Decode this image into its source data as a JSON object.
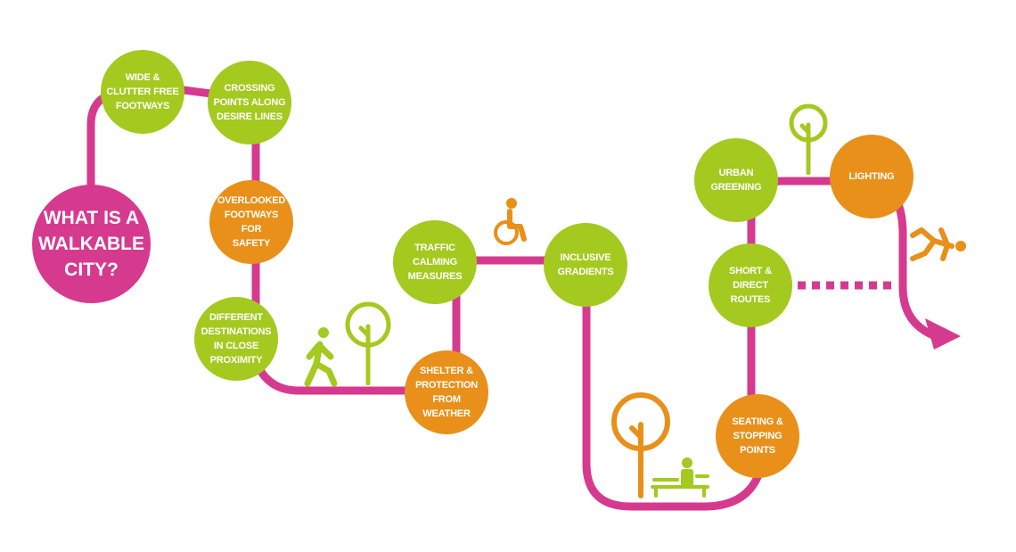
{
  "colors": {
    "path": "#d63a8f",
    "green": "#a4c91f",
    "orange": "#e8901a",
    "magenta": "#d63a8f"
  },
  "title": "WHAT IS A\nWALKABLE\nCITY?",
  "nodes": [
    {
      "id": "wide",
      "label": "WIDE &\nCLUTTER FREE\nFOOTWAYS",
      "color": "green"
    },
    {
      "id": "crossing",
      "label": "CROSSING\nPOINTS ALONG\nDESIRE LINES",
      "color": "green"
    },
    {
      "id": "overlooked",
      "label": "OVERLOOKED\nFOOTWAYS FOR\nSAFETY",
      "color": "orange"
    },
    {
      "id": "different",
      "label": "DIFFERENT\nDESTINATIONS\nIN CLOSE\nPROXIMITY",
      "color": "green"
    },
    {
      "id": "shelter",
      "label": "SHELTER &\nPROTECTION\nFROM\nWEATHER",
      "color": "orange"
    },
    {
      "id": "traffic",
      "label": "TRAFFIC\nCALMING\nMEASURES",
      "color": "green"
    },
    {
      "id": "inclusive",
      "label": "INCLUSIVE\nGRADIENTS",
      "color": "green"
    },
    {
      "id": "seating",
      "label": "SEATING &\nSTOPPING\nPOINTS",
      "color": "orange"
    },
    {
      "id": "short",
      "label": "SHORT &\nDIRECT\nROUTES",
      "color": "green"
    },
    {
      "id": "urban",
      "label": "URBAN\nGREENING",
      "color": "green"
    },
    {
      "id": "lighting",
      "label": "LIGHTING",
      "color": "orange"
    }
  ],
  "icons": [
    "walking-person-icon",
    "tree-icon",
    "wheelchair-user-icon",
    "bench-person-icon",
    "running-person-icon",
    "arrow-icon"
  ]
}
